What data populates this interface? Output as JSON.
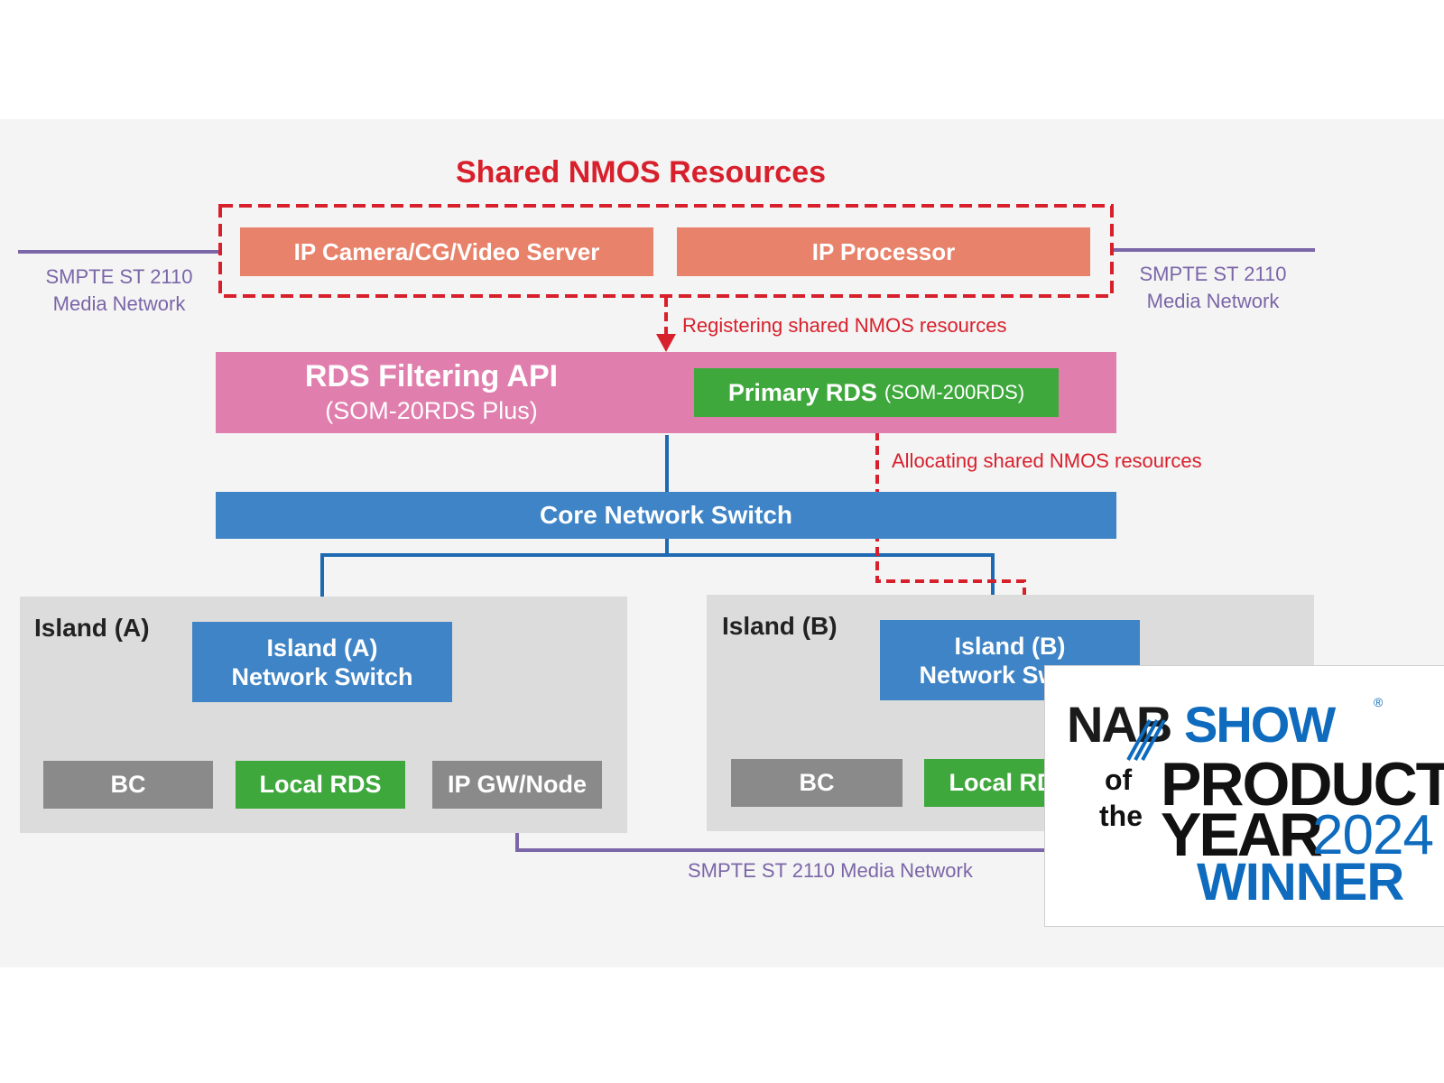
{
  "title": "Shared NMOS Resources",
  "network_left": "SMPTE ST 2110\nMedia Network",
  "network_right": "SMPTE ST 2110\nMedia Network",
  "network_bottom": "SMPTE ST 2110 Media Network",
  "shared": {
    "camera": "IP Camera/CG/Video Server",
    "processor": "IP Processor"
  },
  "arrow_register": "Registering shared NMOS resources",
  "arrow_allocate": "Allocating shared NMOS resources",
  "rds_api": {
    "title": "RDS Filtering API",
    "model": "(SOM-20RDS Plus)"
  },
  "primary_rds": {
    "label": "Primary RDS",
    "model": "(SOM-200RDS)"
  },
  "core_switch": "Core Network Switch",
  "island_a": {
    "label": "Island (A)",
    "switch": "Island (A)\nNetwork Switch",
    "bc": "BC",
    "local_rds": "Local RDS",
    "gw": "IP GW/Node"
  },
  "island_b": {
    "label": "Island (B)",
    "switch": "Island (B)\nNetwork Switch",
    "bc": "BC",
    "local_rds": "Local RDS"
  },
  "badge": {
    "nab": "NAB",
    "show": "SHOW",
    "reg": "®",
    "of": "of",
    "the": "the",
    "product": "PRODUCT",
    "year": "YEAR",
    "year_num": "2024",
    "winner": "WINNER"
  },
  "colors": {
    "red": "#d8202c",
    "purple": "#7b66a8",
    "orange": "#e8826a",
    "pink": "#e07fad",
    "green": "#3ea83c",
    "blue": "#3e84c6",
    "gray": "#8a8a8a"
  }
}
